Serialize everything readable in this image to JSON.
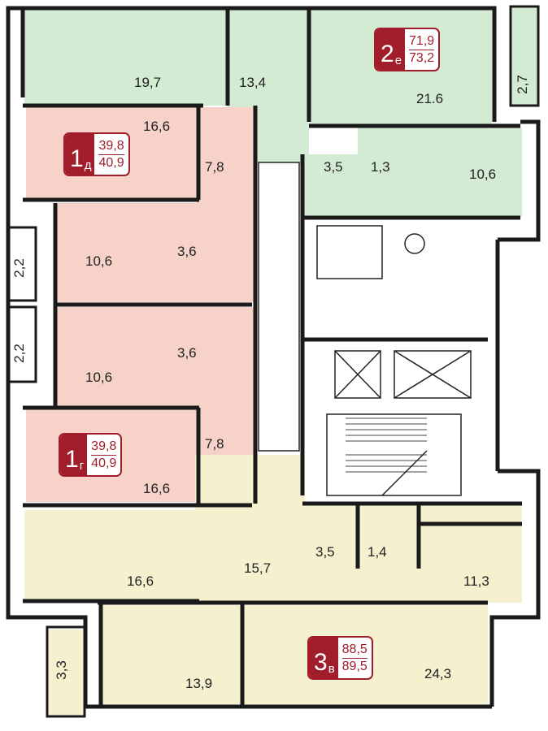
{
  "colors": {
    "apt_1": "#f7d2c8",
    "apt_2": "#d3ebd3",
    "apt_3": "#f5f1cf",
    "badge": "#a11d2b",
    "wall": "#1a1a1a"
  },
  "apartments": [
    {
      "id": "2e",
      "num": "2",
      "letter": "е",
      "area_living": "71,9",
      "area_total": "73,2"
    },
    {
      "id": "1d",
      "num": "1",
      "letter": "д",
      "area_living": "39,8",
      "area_total": "40,9"
    },
    {
      "id": "1g",
      "num": "1",
      "letter": "г",
      "area_living": "39,8",
      "area_total": "40,9"
    },
    {
      "id": "3v",
      "num": "3",
      "letter": "в",
      "area_living": "88,5",
      "area_total": "89,5"
    }
  ],
  "rooms": [
    {
      "id": "r1",
      "label": "19,7"
    },
    {
      "id": "r2",
      "label": "13,4"
    },
    {
      "id": "r3",
      "label": "21.6"
    },
    {
      "id": "r4",
      "label": "2,7"
    },
    {
      "id": "r5",
      "label": "16,6"
    },
    {
      "id": "r6",
      "label": "7,8"
    },
    {
      "id": "r7",
      "label": "3,5"
    },
    {
      "id": "r8",
      "label": "1,3"
    },
    {
      "id": "r9",
      "label": "10,6"
    },
    {
      "id": "r10",
      "label": "2,2"
    },
    {
      "id": "r11",
      "label": "10,6"
    },
    {
      "id": "r12",
      "label": "3,6"
    },
    {
      "id": "r13",
      "label": "2,2"
    },
    {
      "id": "r14",
      "label": "3,6"
    },
    {
      "id": "r15",
      "label": "10,6"
    },
    {
      "id": "r16",
      "label": "7,8"
    },
    {
      "id": "r17",
      "label": "16,6"
    },
    {
      "id": "r18",
      "label": "16,6"
    },
    {
      "id": "r19",
      "label": "15,7"
    },
    {
      "id": "r20",
      "label": "3,5"
    },
    {
      "id": "r21",
      "label": "1,4"
    },
    {
      "id": "r22",
      "label": "11,3"
    },
    {
      "id": "r23",
      "label": "3,3"
    },
    {
      "id": "r24",
      "label": "13,9"
    },
    {
      "id": "r25",
      "label": "24,3"
    }
  ]
}
